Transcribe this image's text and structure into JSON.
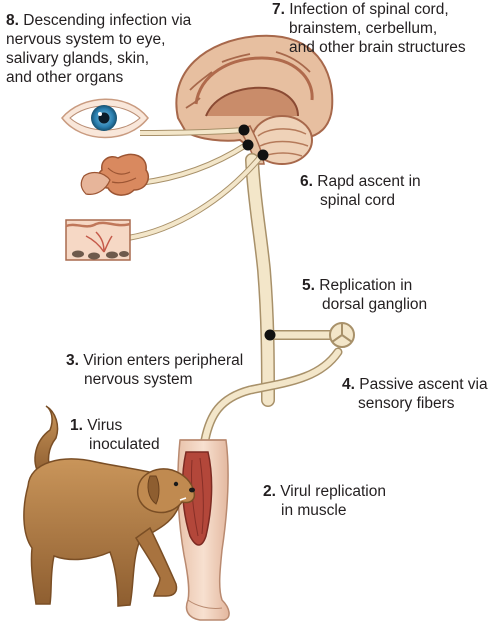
{
  "steps": [
    {
      "num": "1.",
      "lines": [
        "Virus",
        "inoculated"
      ]
    },
    {
      "num": "2.",
      "lines": [
        "Virul replication",
        "in muscle"
      ]
    },
    {
      "num": "3.",
      "lines": [
        "Virion enters peripheral",
        "nervous system"
      ]
    },
    {
      "num": "4.",
      "lines": [
        "Passive ascent via",
        "sensory fibers"
      ]
    },
    {
      "num": "5.",
      "lines": [
        "Replication in",
        "dorsal ganglion"
      ]
    },
    {
      "num": "6.",
      "lines": [
        "Rapd ascent in",
        "spinal cord"
      ]
    },
    {
      "num": "7.",
      "lines": [
        "Infection of spinal cord,",
        "brainstem, cerbellum,",
        "and other brain structures"
      ]
    },
    {
      "num": "8.",
      "lines": [
        "Descending infection via",
        "nervous system to eye,",
        "salivary glands, skin,",
        "and other organs"
      ]
    }
  ],
  "colors": {
    "nerve": "#f3e6c9",
    "nerve_outline": "#a8916a",
    "brain": "#e7bfa0",
    "brain_dark": "#b06a4c",
    "skin": "#f3d5c2",
    "muscle": "#b3473a",
    "dog": "#b9834a",
    "dog_dark": "#7a4e25",
    "node": "#111111",
    "text": "#231f20"
  }
}
